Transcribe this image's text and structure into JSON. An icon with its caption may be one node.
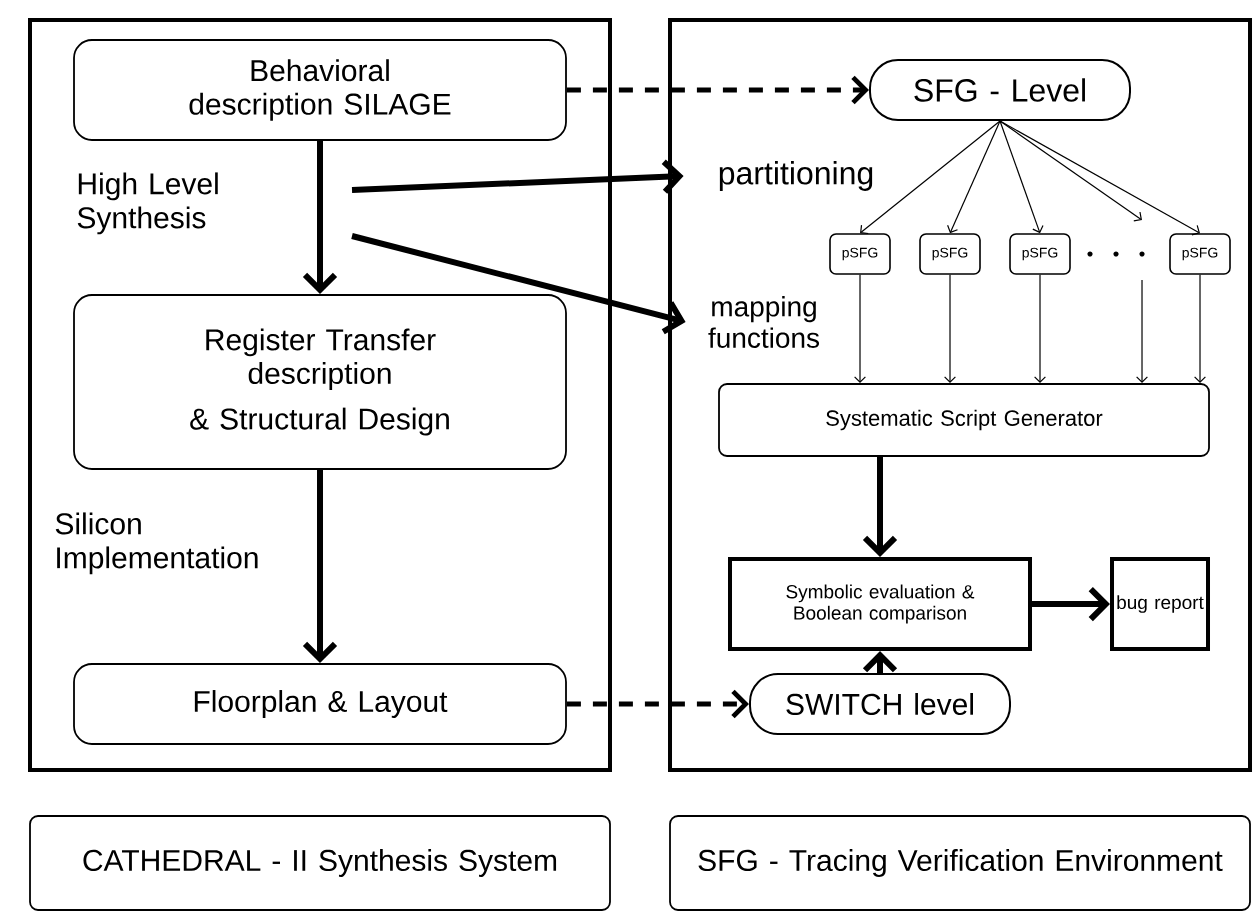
{
  "diagram": {
    "nodes": [
      {
        "text": [],
        "shape": "box"
      },
      {
        "text": [
          "Behavioral description SILAGE"
        ],
        "in": 0
      },
      {
        "text": [
          "Register Transfer description",
          "& Structural Design"
        ],
        "in": 0
      },
      {
        "text": [
          "Floorplan & Layout"
        ],
        "in": 0
      },
      {
        "text": [],
        "shape": "box"
      },
      {
        "text": [
          "SFG - Level"
        ],
        "in": 4
      },
      {
        "text": [
          "partitioning"
        ],
        "in": 4
      },
      {
        "text": [
          "pSFG"
        ],
        "in": 4
      },
      {
        "text": [
          "pSFG"
        ],
        "in": 4
      },
      {
        "text": [
          "pSFG"
        ],
        "in": 4
      },
      {
        "text": [
          "pSFG"
        ],
        "in": 4
      },
      {
        "text": [
          "mapping functions"
        ],
        "in": 4
      },
      {
        "text": [
          "Systematic Script Generator"
        ],
        "in": 4
      },
      {
        "text": [
          "Symbolic evaluation & Boolean comparison"
        ],
        "in": 4
      },
      {
        "text": [
          "bug report"
        ],
        "in": 4
      },
      {
        "text": [
          "SWITCH level"
        ],
        "in": 4
      },
      {
        "text": [
          "CATHEDRAL - II Synthesis System"
        ]
      },
      {
        "text": [
          "SFG - Tracing Verification Environment"
        ]
      }
    ],
    "edges": [
      {
        "from": 1,
        "to": 2,
        "arrow": "to",
        "style": "thick"
      },
      {
        "from": 2,
        "to": 3,
        "arrow": "to",
        "style": "thick"
      },
      {
        "from": 1,
        "to": 5,
        "arrow": "to",
        "style": "dashed"
      },
      {
        "from": null,
        "to": 6,
        "arrow": "to",
        "style": "thick"
      },
      {
        "from": null,
        "to": 11,
        "arrow": "to",
        "style": "thick"
      },
      {
        "from": 5,
        "to": 7,
        "arrow": "to"
      },
      {
        "from": 5,
        "to": 8,
        "arrow": "to"
      },
      {
        "from": 5,
        "to": 9,
        "arrow": "to"
      },
      {
        "from": 5,
        "to": null,
        "arrow": "to"
      },
      {
        "from": 5,
        "to": 10,
        "arrow": "to"
      },
      {
        "from": 7,
        "to": 12,
        "arrow": "to"
      },
      {
        "from": 8,
        "to": 12,
        "arrow": "to"
      },
      {
        "from": 9,
        "to": 12,
        "arrow": "to"
      },
      {
        "from": null,
        "to": 12,
        "arrow": "to"
      },
      {
        "from": 10,
        "to": 12,
        "arrow": "to"
      },
      {
        "from": 12,
        "to": 13,
        "arrow": "to",
        "style": "thick"
      },
      {
        "from": 13,
        "to": 14,
        "arrow": "to",
        "style": "thick"
      },
      {
        "from": 15,
        "to": 13,
        "arrow": "to",
        "style": "thick"
      },
      {
        "from": 3,
        "to": 15,
        "arrow": "to",
        "style": "dashed"
      }
    ],
    "labels": [
      "High Level Synthesis",
      "Silicon Implementation"
    ]
  }
}
